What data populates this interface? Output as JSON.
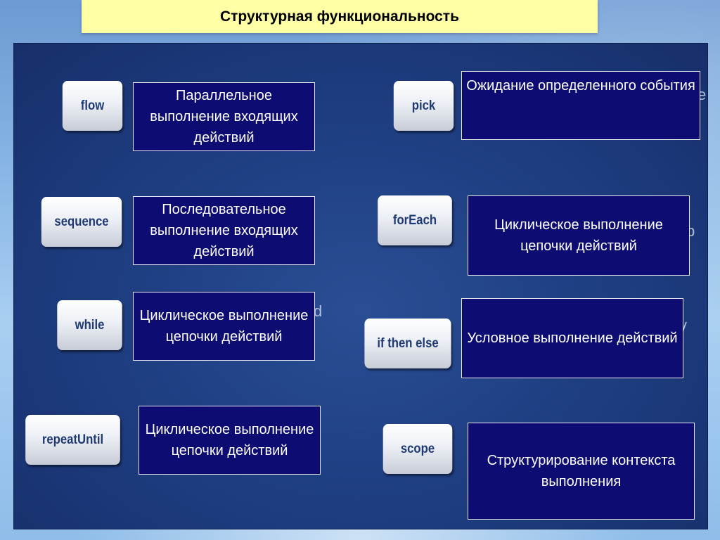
{
  "title": "Структурная функциональность",
  "items": [
    {
      "keyword": "flow",
      "description": "Параллельное выполнение входящих действий"
    },
    {
      "keyword": "pick",
      "description": "Ожидание определенного события"
    },
    {
      "keyword": "sequence",
      "description": "Последовательное выполнение входящих действий"
    },
    {
      "keyword": "forEach",
      "description": "Циклическое выполнение цепочки действий"
    },
    {
      "keyword": "while",
      "description": "Циклическое выполнение цепочки действий"
    },
    {
      "keyword": "if then else",
      "description": "Условное выполнение действий"
    },
    {
      "keyword": "repeatUntil",
      "description": "Циклическое выполнение цепочки действий"
    },
    {
      "keyword": "scope",
      "description": "Структурирование контекста выполнения"
    }
  ],
  "colors": {
    "title_background": "#ffffa5",
    "panel_background": "#1f3f83",
    "description_box": "#0c0c72",
    "chip_text": "#1f3a73"
  }
}
